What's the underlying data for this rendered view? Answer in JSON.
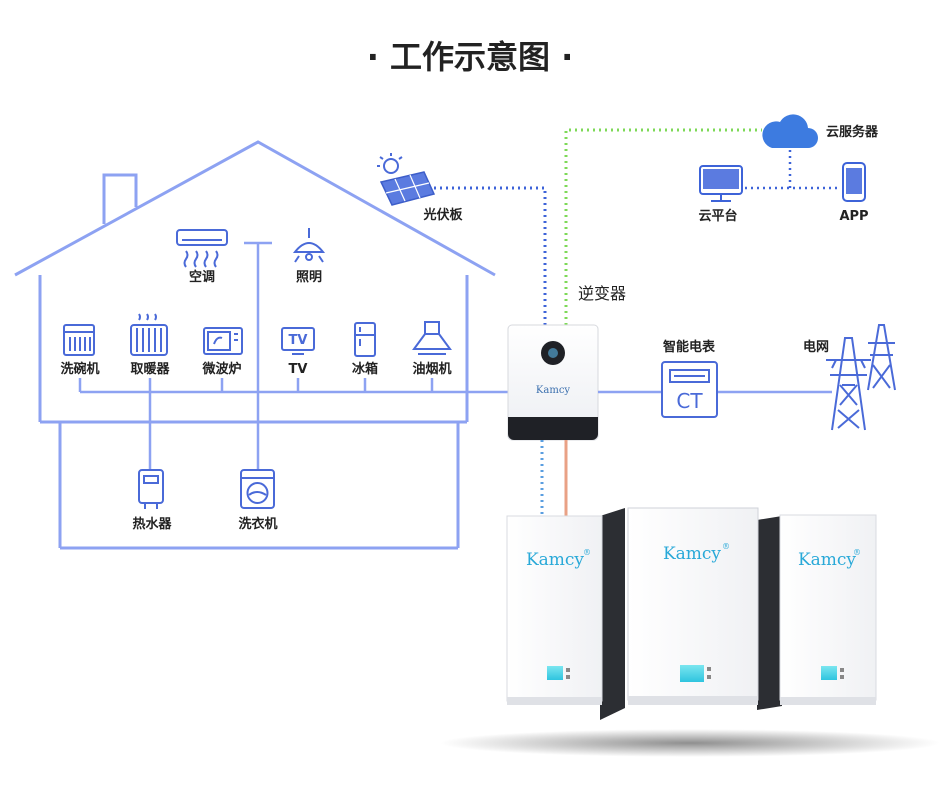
{
  "title": "· 工作示意图 ·",
  "colors": {
    "wire": "#8da2f2",
    "icon": "#4a6ad8",
    "cloud": "#3d7be0",
    "dc_dotted": "#3d63d8",
    "data_dotted": "#7ed957",
    "battery_link": "#e9a185",
    "battery_dotted": "#5a9ee0",
    "screen": "#40d0e0"
  },
  "appliances": [
    {
      "label": "洗碗机",
      "icon": "dishwasher-icon"
    },
    {
      "label": "取暖器",
      "icon": "heater-icon"
    },
    {
      "label": "微波炉",
      "icon": "microwave-icon"
    },
    {
      "label": "TV",
      "icon": "tv-icon",
      "icon_text": "TV"
    },
    {
      "label": "冰箱",
      "icon": "fridge-icon"
    },
    {
      "label": "油烟机",
      "icon": "range-hood-icon"
    }
  ],
  "upper": {
    "ac": "空调",
    "lighting": "照明"
  },
  "lower": {
    "water_heater": "热水器",
    "washer": "洗衣机"
  },
  "solar": "光伏板",
  "cloud": "云服务器",
  "platform": "云平台",
  "app": "APP",
  "inverter": {
    "label": "逆变器",
    "brand": "Kamcy"
  },
  "meter": {
    "label": "智能电表",
    "text": "CT"
  },
  "grid": "电网",
  "batteries": {
    "brand": "Kamcy",
    "mark": "®"
  }
}
